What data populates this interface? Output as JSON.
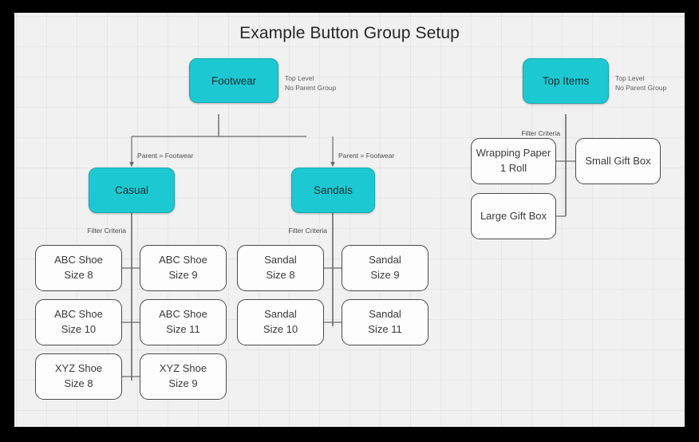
{
  "diagram": {
    "title": "Example Button Group Setup",
    "accent_color": "#1CC9D2",
    "canvas_color": "#F1F1F1",
    "border_color": "#000000",
    "leaf_border_color": "#4A4A4A"
  },
  "groups": {
    "footwear": {
      "label": "Footwear",
      "annotation": "Top Level\nNo Parent Group"
    },
    "top_items": {
      "label": "Top Items",
      "annotation": "Top Level\nNo Parent Group"
    },
    "casual": {
      "label": "Casual",
      "edge_label": "Parent = Footwear"
    },
    "sandals": {
      "label": "Sandals",
      "edge_label": "Parent = Footwear"
    }
  },
  "edge_labels": {
    "filter_criteria_casual": "Filter Criteria",
    "filter_criteria_sandals": "Filter Criteria",
    "filter_criteria_top_items": "Filter Criteria"
  },
  "items": {
    "casual": [
      {
        "line1": "ABC Shoe",
        "line2": "Size 8"
      },
      {
        "line1": "ABC Shoe",
        "line2": "Size 9"
      },
      {
        "line1": "ABC Shoe",
        "line2": "Size 10"
      },
      {
        "line1": "ABC Shoe",
        "line2": "Size 11"
      },
      {
        "line1": "XYZ Shoe",
        "line2": "Size 8"
      },
      {
        "line1": "XYZ Shoe",
        "line2": "Size 9"
      }
    ],
    "sandals": [
      {
        "line1": "Sandal",
        "line2": "Size 8"
      },
      {
        "line1": "Sandal",
        "line2": "Size 9"
      },
      {
        "line1": "Sandal",
        "line2": "Size 10"
      },
      {
        "line1": "Sandal",
        "line2": "Size 11"
      }
    ],
    "top_items": [
      {
        "line1": "Wrapping Paper",
        "line2": "1 Roll"
      },
      {
        "line1": "Small Gift Box",
        "line2": ""
      },
      {
        "line1": "Large Gift Box",
        "line2": ""
      }
    ]
  }
}
